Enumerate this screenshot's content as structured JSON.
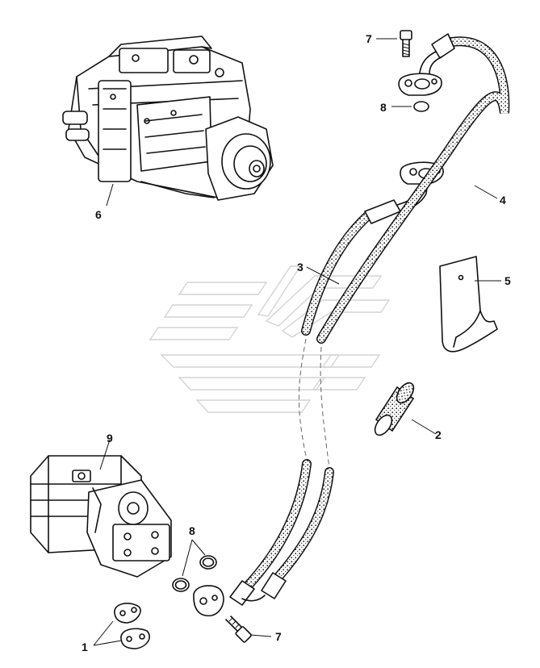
{
  "diagram": {
    "callouts": [
      {
        "id": "1",
        "label": "1"
      },
      {
        "id": "2",
        "label": "2"
      },
      {
        "id": "3",
        "label": "3"
      },
      {
        "id": "4",
        "label": "4"
      },
      {
        "id": "5",
        "label": "5"
      },
      {
        "id": "6",
        "label": "6"
      },
      {
        "id": "7a",
        "label": "7"
      },
      {
        "id": "7b",
        "label": "7"
      },
      {
        "id": "8a",
        "label": "8"
      },
      {
        "id": "8b",
        "label": "8"
      },
      {
        "id": "9",
        "label": "9"
      }
    ]
  }
}
